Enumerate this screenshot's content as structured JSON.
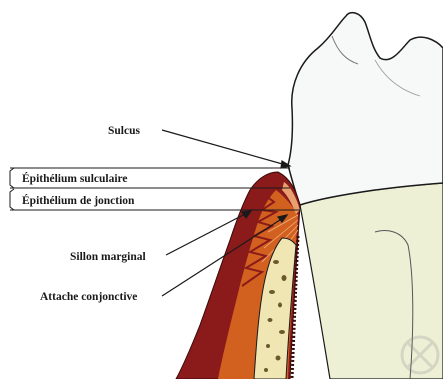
{
  "labels": {
    "sulcus": "Sulcus",
    "sulcular_epithelium": "Épithélium sulculaire",
    "junctional_epithelium": "Épithélium de jonction",
    "marginal_groove": "Sillon marginal",
    "connective_attachment": "Attache conjonctive"
  },
  "colors": {
    "crown": "#f7f8f8",
    "root": "#eef0d6",
    "gingiva_outer": "#8b1a1a",
    "gingiva_inner": "#d2611f",
    "bone": "#f0e6b4",
    "bone_spots": "#6a5a2a",
    "outline": "#1a1a1a"
  }
}
